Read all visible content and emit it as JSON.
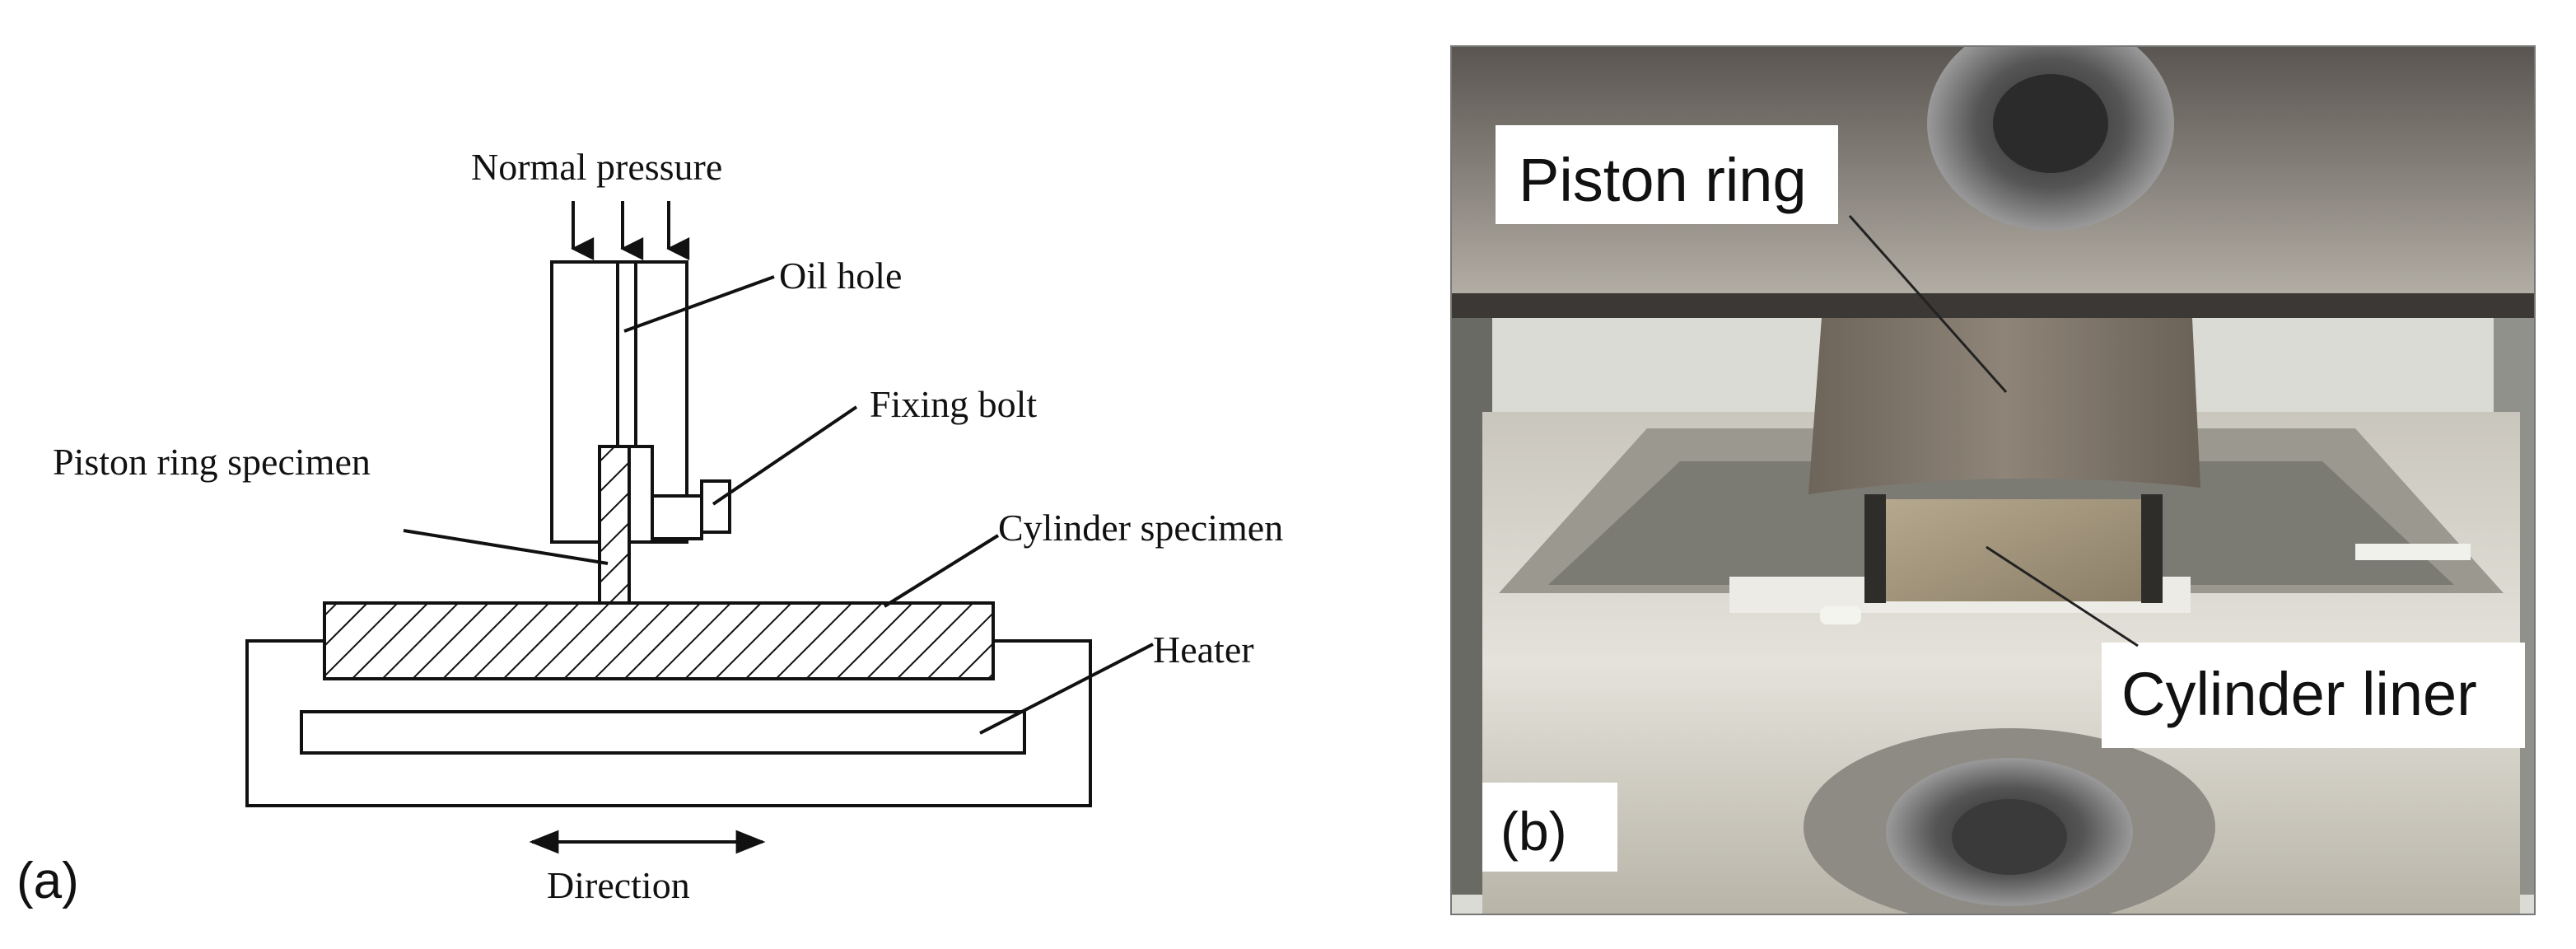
{
  "panel_a": {
    "panel_label": "(a)",
    "labels": {
      "normal_pressure": "Normal pressure",
      "oil_hole": "Oil hole",
      "fixing_bolt": "Fixing bolt",
      "piston_ring_specimen": "Piston ring specimen",
      "cylinder_specimen": "Cylinder specimen",
      "heater": "Heater",
      "direction": "Direction"
    }
  },
  "panel_b": {
    "panel_label": "(b)",
    "labels": {
      "piston_ring": "Piston ring",
      "cylinder_liner": "Cylinder liner"
    }
  }
}
